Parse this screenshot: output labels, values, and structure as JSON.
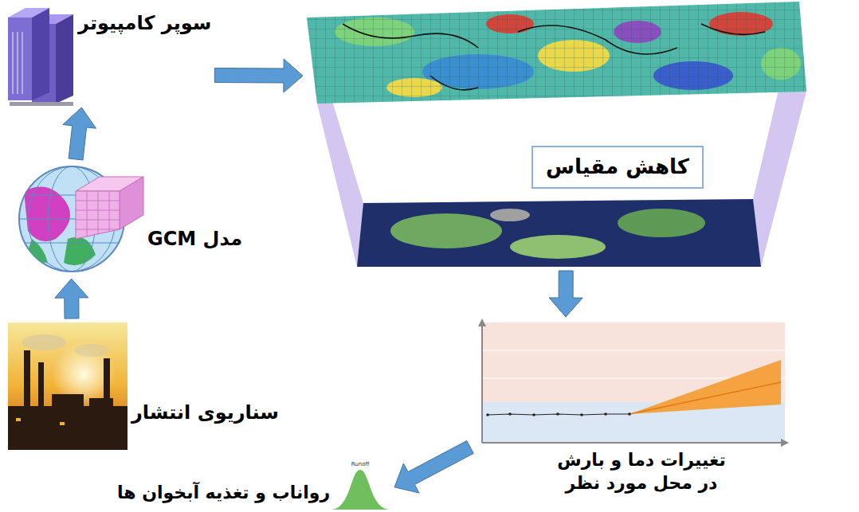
{
  "diagram": {
    "nodes": [
      {
        "text": [
          "سناریوی انتشار"
        ]
      },
      {
        "text": [
          "مدل GCM"
        ]
      },
      {
        "text": [
          "سوپر کامپیوتر"
        ]
      },
      {
        "text": [
          "کاهش مقیاس"
        ]
      },
      {
        "text": [
          "تغییرات دما و بارش در محل مورد نظر"
        ]
      },
      {
        "text": [
          "رواناب و تغذیه آبخوان ها"
        ]
      }
    ],
    "edges": [
      {
        "from": 0,
        "to": 1,
        "arrow": "to"
      },
      {
        "from": 1,
        "to": 2,
        "arrow": "to"
      },
      {
        "from": 2,
        "to": 3,
        "arrow": "to"
      },
      {
        "from": 3,
        "to": 4,
        "arrow": "to"
      },
      {
        "from": 4,
        "to": 5,
        "arrow": "to"
      }
    ],
    "labels": [
      "Runoff"
    ]
  }
}
